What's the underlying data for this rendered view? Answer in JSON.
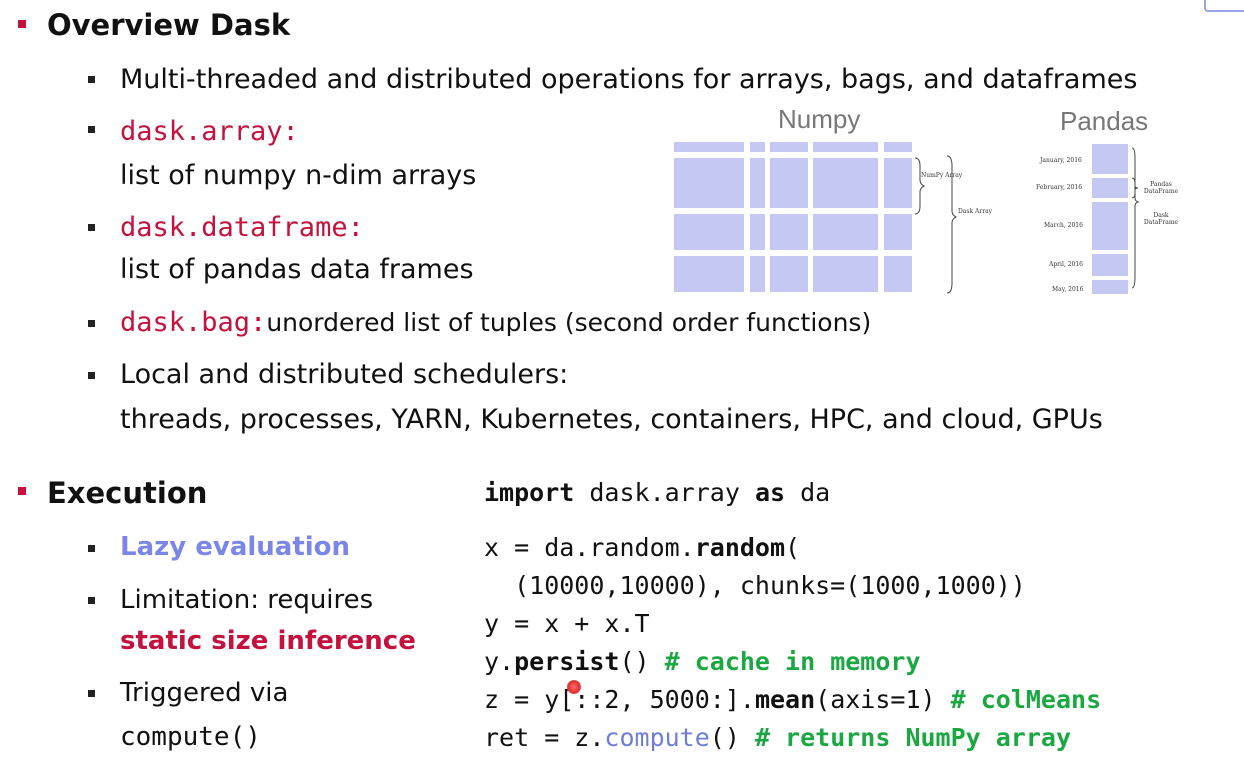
{
  "overview": {
    "heading": "Overview Dask",
    "bullets": {
      "multi": "Multi-threaded and distributed operations for arrays, bags, and dataframes",
      "array_code": "dask.array:",
      "array_desc": "list of numpy n-dim arrays",
      "dataframe_code": "dask.dataframe:",
      "dataframe_desc": "list of pandas data frames",
      "bag_code": "dask.bag:",
      "bag_desc": "unordered list of tuples (second order functions)",
      "sched_line1": "Local and distributed schedulers:",
      "sched_line2": "threads, processes, YARN, Kubernetes, containers, HPC, and cloud, GPUs"
    }
  },
  "figure": {
    "numpy_label": "Numpy",
    "pandas_label": "Pandas",
    "numpy_array_label": "NumPy Array",
    "dask_array_label": "Dask Array",
    "pandas_dataframe_label": "Pandas DataFrame",
    "dask_dataframe_label": "Dask DataFrame",
    "months": [
      "January, 2016",
      "February, 2016",
      "March, 2016",
      "April, 2016",
      "May, 2016"
    ],
    "block_color": "#c5c8f2"
  },
  "execution": {
    "heading": "Execution",
    "lazy": "Lazy evaluation",
    "limitation": "Limitation: requires",
    "static": "static size inference",
    "triggered": "Triggered via",
    "compute": "compute()"
  },
  "code": {
    "l1": {
      "a": "import",
      "b": " dask.array ",
      "c": "as",
      "d": " da"
    },
    "l2": {
      "a": "x = da.random.",
      "b": "random",
      "c": "("
    },
    "l3": "  (10000,10000), chunks=(1000,1000))",
    "l4": "y = x + x.T",
    "l5": {
      "a": "y.",
      "b": "persist",
      "c": "() ",
      "d": "# cache in memory"
    },
    "l6": {
      "a": "z = y[::2, 5000:].",
      "b": "mean",
      "c": "(axis=1) ",
      "d": "# colMeans"
    },
    "l7": {
      "a": "ret = z.",
      "b": "compute",
      "c": "() ",
      "d": "# returns NumPy array"
    }
  },
  "colors": {
    "bullet_red": "#c3123e",
    "comment_green": "#1ba843",
    "lazy_blue": "#7b86e6",
    "cursor_red": "#e03030"
  }
}
